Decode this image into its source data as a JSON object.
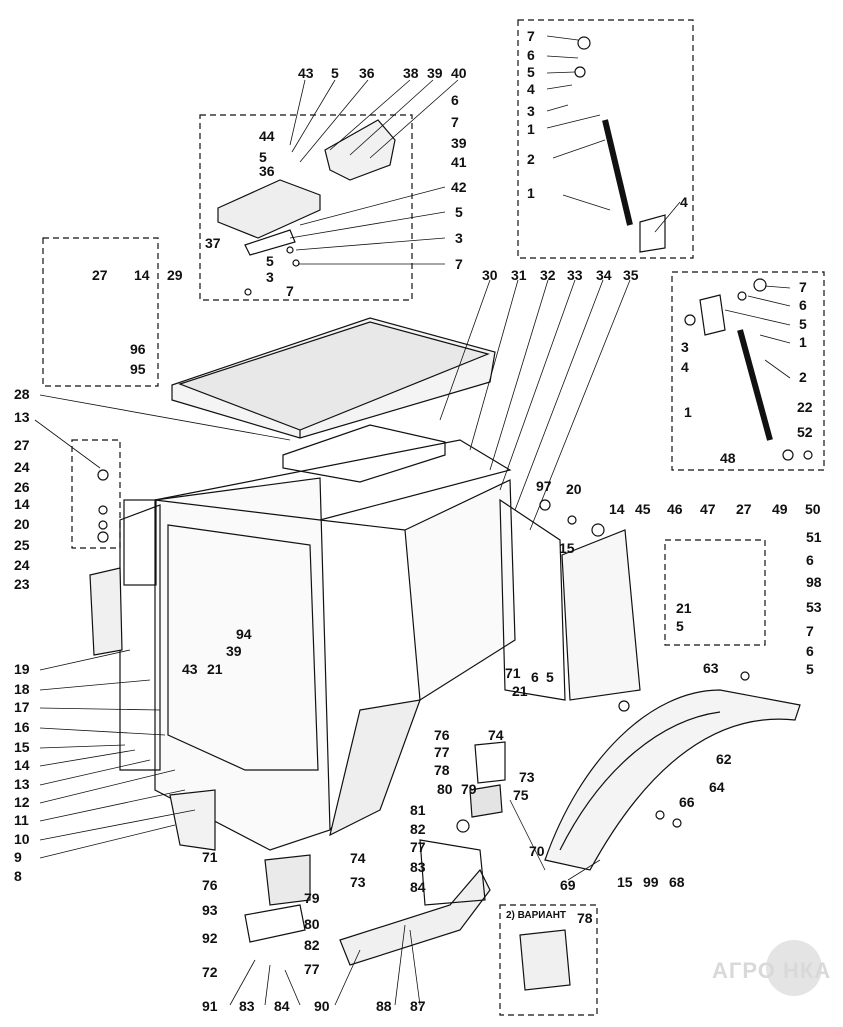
{
  "watermark": "АГРО НКА",
  "variant_note": "2) ВАРИАНТ",
  "callouts": [
    {
      "text": "7"
    },
    {
      "text": "6"
    },
    {
      "text": "5"
    },
    {
      "text": "4"
    },
    {
      "text": "3"
    },
    {
      "text": "1"
    },
    {
      "text": "2"
    },
    {
      "text": "1"
    },
    {
      "text": "4"
    },
    {
      "text": "43"
    },
    {
      "text": "5"
    },
    {
      "text": "36"
    },
    {
      "text": "38"
    },
    {
      "text": "39"
    },
    {
      "text": "40"
    },
    {
      "text": "44"
    },
    {
      "text": "5"
    },
    {
      "text": "36"
    },
    {
      "text": "6"
    },
    {
      "text": "7"
    },
    {
      "text": "39"
    },
    {
      "text": "41"
    },
    {
      "text": "42"
    },
    {
      "text": "37"
    },
    {
      "text": "5"
    },
    {
      "text": "3"
    },
    {
      "text": "5"
    },
    {
      "text": "3"
    },
    {
      "text": "7"
    },
    {
      "text": "7"
    },
    {
      "text": "27"
    },
    {
      "text": "14"
    },
    {
      "text": "29"
    },
    {
      "text": "96"
    },
    {
      "text": "95"
    },
    {
      "text": "30"
    },
    {
      "text": "31"
    },
    {
      "text": "32"
    },
    {
      "text": "33"
    },
    {
      "text": "34"
    },
    {
      "text": "35"
    },
    {
      "text": "7"
    },
    {
      "text": "6"
    },
    {
      "text": "5"
    },
    {
      "text": "3"
    },
    {
      "text": "1"
    },
    {
      "text": "4"
    },
    {
      "text": "2"
    },
    {
      "text": "1"
    },
    {
      "text": "22"
    },
    {
      "text": "52"
    },
    {
      "text": "48"
    },
    {
      "text": "28"
    },
    {
      "text": "13"
    },
    {
      "text": "27"
    },
    {
      "text": "24"
    },
    {
      "text": "26"
    },
    {
      "text": "14"
    },
    {
      "text": "20"
    },
    {
      "text": "25"
    },
    {
      "text": "24"
    },
    {
      "text": "23"
    },
    {
      "text": "97"
    },
    {
      "text": "20"
    },
    {
      "text": "14"
    },
    {
      "text": "45"
    },
    {
      "text": "46"
    },
    {
      "text": "47"
    },
    {
      "text": "27"
    },
    {
      "text": "49"
    },
    {
      "text": "50"
    },
    {
      "text": "15"
    },
    {
      "text": "51"
    },
    {
      "text": "6"
    },
    {
      "text": "98"
    },
    {
      "text": "21"
    },
    {
      "text": "53"
    },
    {
      "text": "5"
    },
    {
      "text": "7"
    },
    {
      "text": "6"
    },
    {
      "text": "5"
    },
    {
      "text": "94"
    },
    {
      "text": "43"
    },
    {
      "text": "21"
    },
    {
      "text": "39"
    },
    {
      "text": "19"
    },
    {
      "text": "18"
    },
    {
      "text": "17"
    },
    {
      "text": "16"
    },
    {
      "text": "15"
    },
    {
      "text": "14"
    },
    {
      "text": "13"
    },
    {
      "text": "12"
    },
    {
      "text": "11"
    },
    {
      "text": "10"
    },
    {
      "text": "9"
    },
    {
      "text": "8"
    },
    {
      "text": "71"
    },
    {
      "text": "21"
    },
    {
      "text": "6"
    },
    {
      "text": "5"
    },
    {
      "text": "63"
    },
    {
      "text": "76"
    },
    {
      "text": "74"
    },
    {
      "text": "77"
    },
    {
      "text": "78"
    },
    {
      "text": "73"
    },
    {
      "text": "75"
    },
    {
      "text": "80"
    },
    {
      "text": "79"
    },
    {
      "text": "62"
    },
    {
      "text": "64"
    },
    {
      "text": "66"
    },
    {
      "text": "81"
    },
    {
      "text": "82"
    },
    {
      "text": "77"
    },
    {
      "text": "83"
    },
    {
      "text": "84"
    },
    {
      "text": "70"
    },
    {
      "text": "69"
    },
    {
      "text": "15"
    },
    {
      "text": "99"
    },
    {
      "text": "68"
    },
    {
      "text": "71"
    },
    {
      "text": "74"
    },
    {
      "text": "76"
    },
    {
      "text": "73"
    },
    {
      "text": "79"
    },
    {
      "text": "93"
    },
    {
      "text": "80"
    },
    {
      "text": "92"
    },
    {
      "text": "82"
    },
    {
      "text": "77"
    },
    {
      "text": "72"
    },
    {
      "text": "91"
    },
    {
      "text": "83"
    },
    {
      "text": "84"
    },
    {
      "text": "90"
    },
    {
      "text": "88"
    },
    {
      "text": "87"
    },
    {
      "text": "78"
    }
  ]
}
